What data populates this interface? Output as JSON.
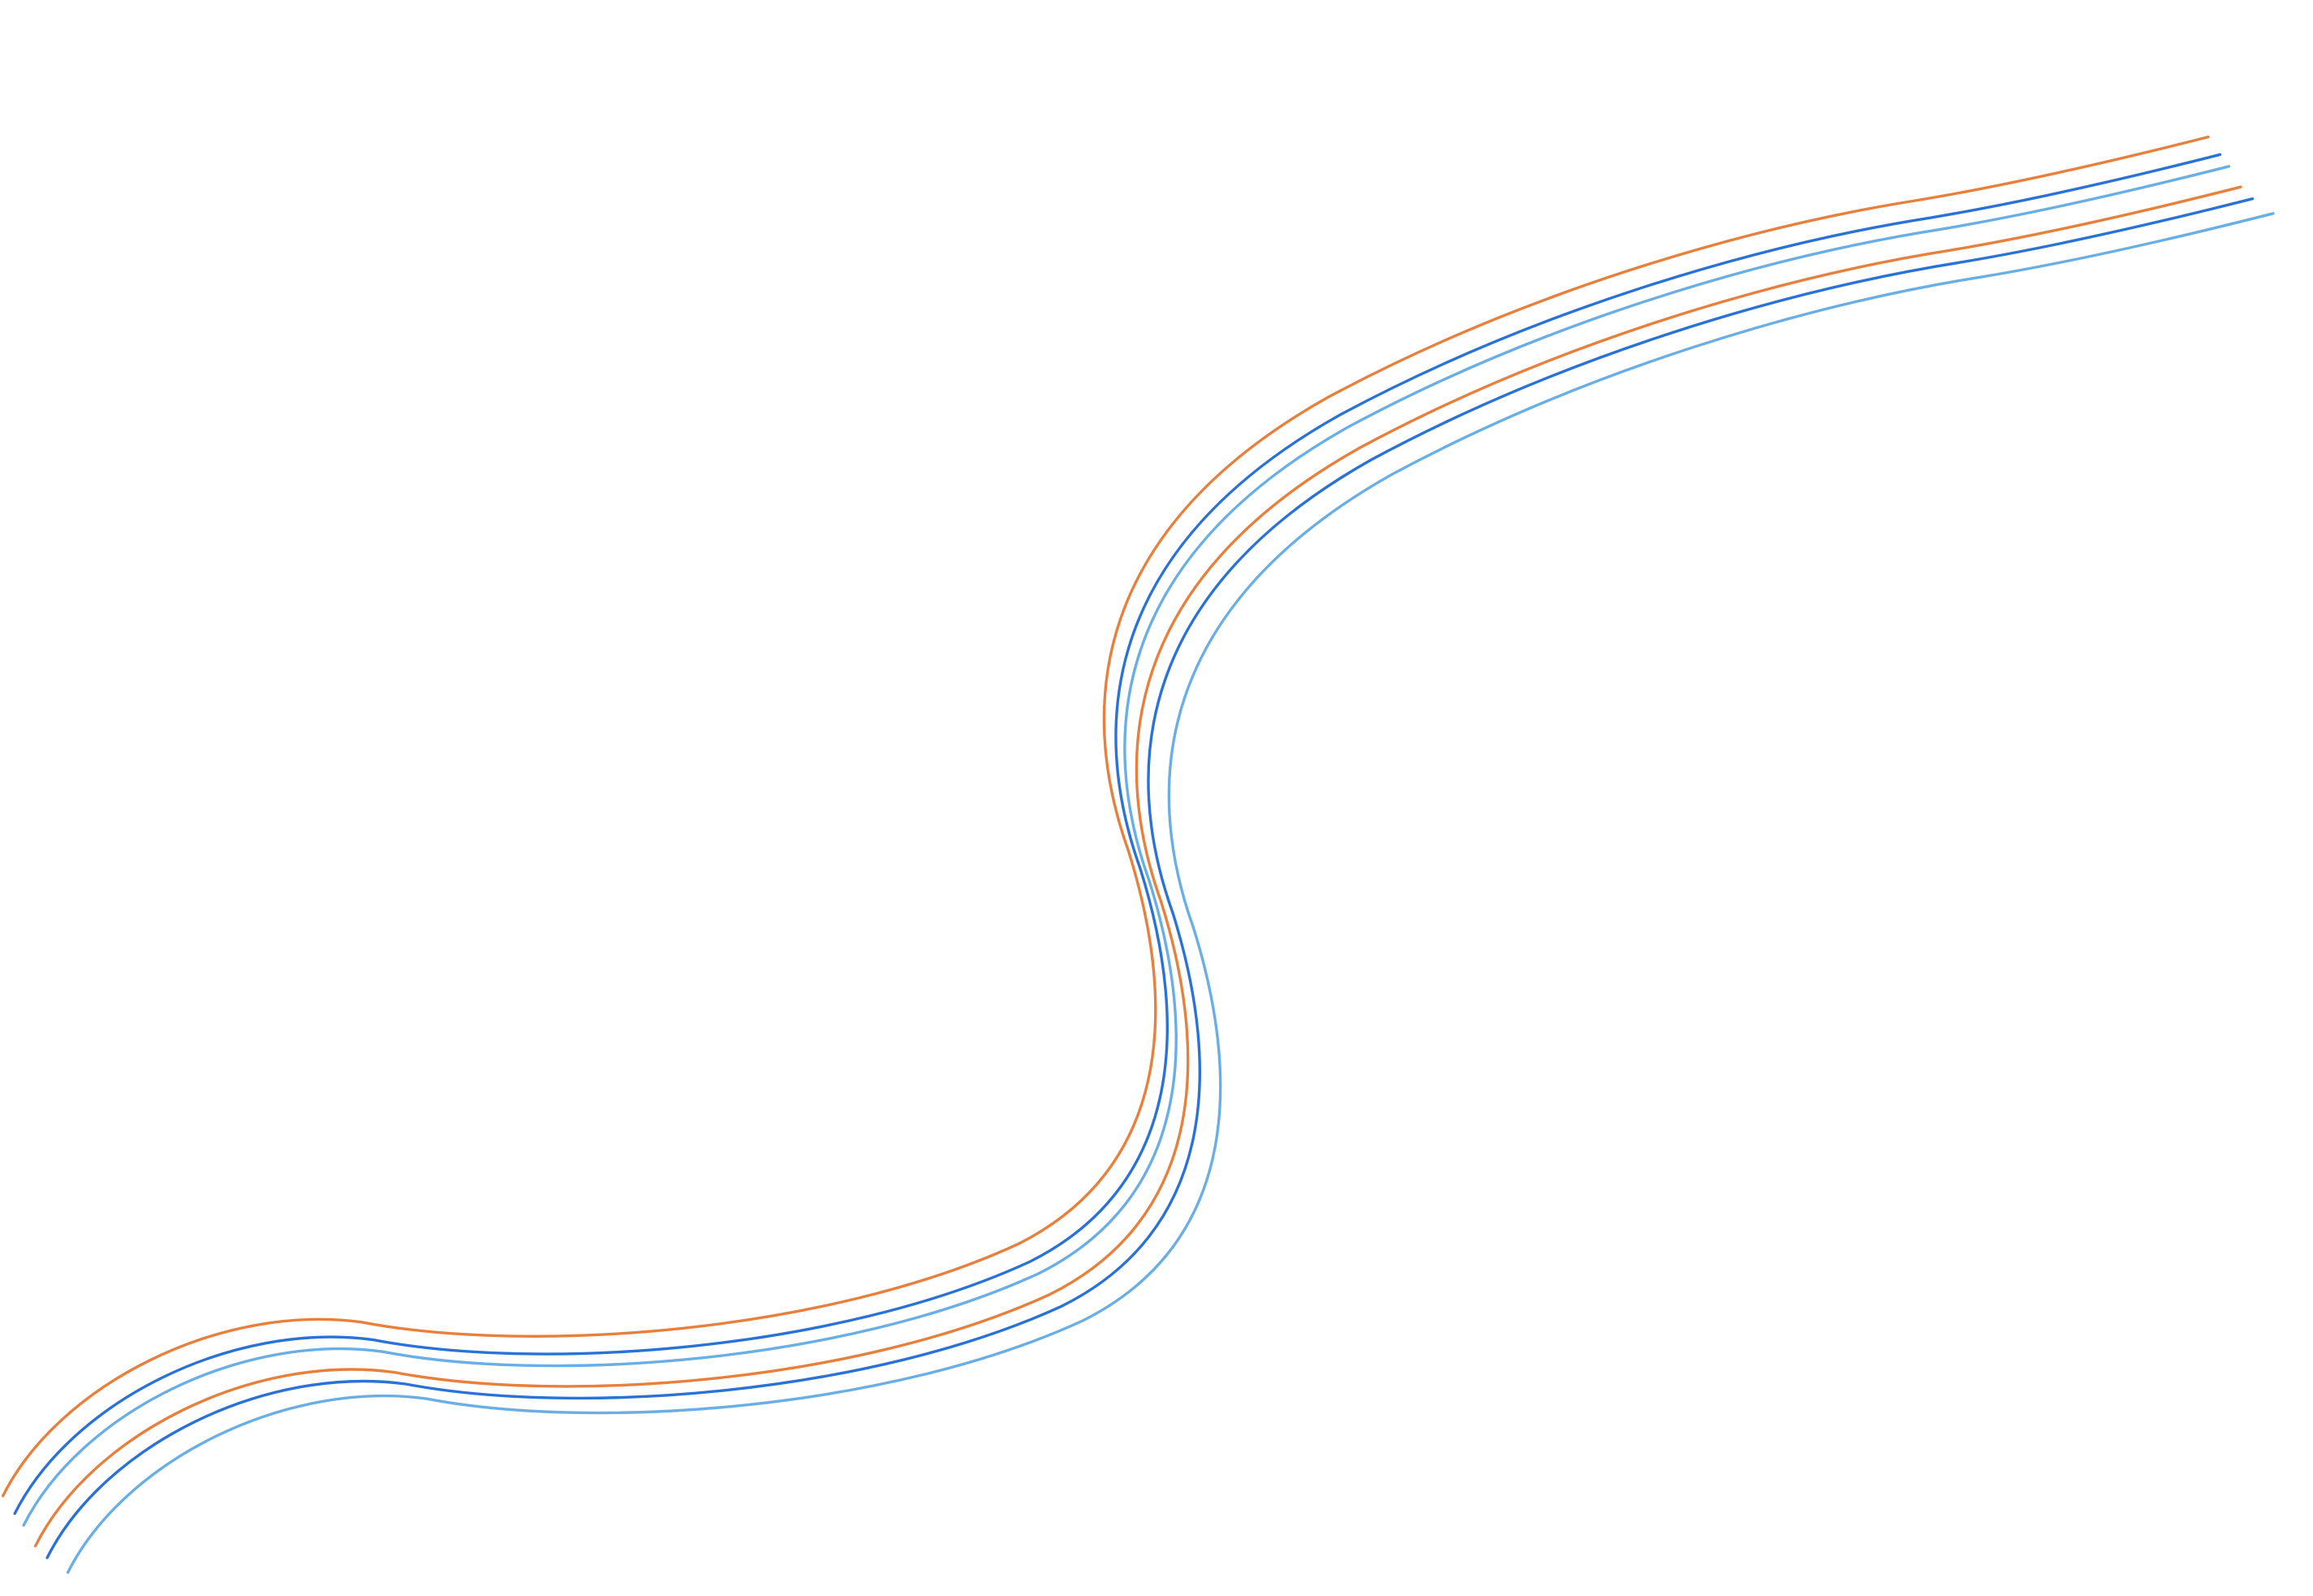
{
  "graphic": {
    "background_color": "#ffffff",
    "lines": [
      {
        "name": "orange",
        "color": "#e8803d"
      },
      {
        "name": "dark-blue",
        "color": "#2a72d6"
      },
      {
        "name": "light-blue",
        "color": "#6aaee6"
      },
      {
        "name": "orange",
        "color": "#e8803d"
      },
      {
        "name": "dark-blue",
        "color": "#2a72d6"
      },
      {
        "name": "light-blue",
        "color": "#6aaee6"
      }
    ]
  }
}
